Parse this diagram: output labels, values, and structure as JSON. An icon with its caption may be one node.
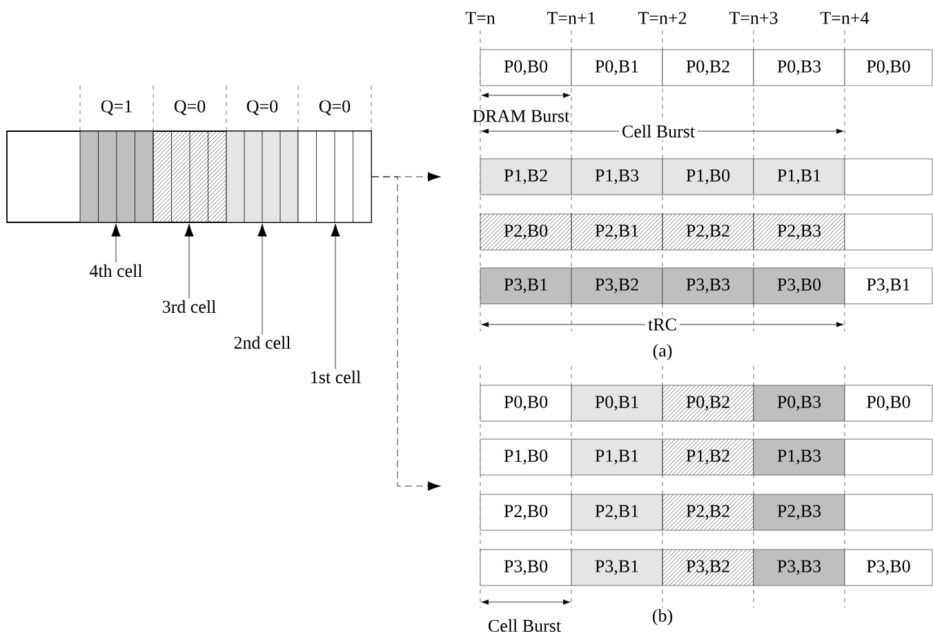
{
  "diagram": {
    "nodes": [
      {
        "text": [],
        "shape": "bar"
      },
      {
        "text": [],
        "shape": "box",
        "in": 0,
        "beside": [
          "Q=1"
        ]
      },
      {
        "text": [],
        "shape": "box",
        "in": 0,
        "beside": [
          "Q=0"
        ]
      },
      {
        "text": [],
        "shape": "box",
        "in": 0,
        "beside": [
          "Q=0"
        ]
      },
      {
        "text": [],
        "shape": "box",
        "in": 0,
        "beside": [
          "Q=0"
        ]
      },
      {
        "text": [
          "4th cell"
        ]
      },
      {
        "text": [
          "3rd cell"
        ]
      },
      {
        "text": [
          "2nd cell"
        ]
      },
      {
        "text": [
          "1st cell"
        ]
      },
      {
        "text": [
          "P0,B0"
        ]
      },
      {
        "text": [
          "P0,B1"
        ]
      },
      {
        "text": [
          "P0,B2"
        ]
      },
      {
        "text": [
          "P0,B3"
        ]
      },
      {
        "text": [
          "P0,B0"
        ]
      },
      {
        "text": [
          "P1,B2"
        ]
      },
      {
        "text": [
          "P1,B3"
        ]
      },
      {
        "text": [
          "P1,B0"
        ]
      },
      {
        "text": [
          "P1,B1"
        ]
      },
      {
        "text": [],
        "shape": "box"
      },
      {
        "text": [
          "P2,B0"
        ]
      },
      {
        "text": [
          "P2,B1"
        ]
      },
      {
        "text": [
          "P2,B2"
        ]
      },
      {
        "text": [
          "P2,B3"
        ]
      },
      {
        "text": [],
        "shape": "box"
      },
      {
        "text": [
          "P3,B1"
        ]
      },
      {
        "text": [
          "P3,B2"
        ]
      },
      {
        "text": [
          "P3,B3"
        ]
      },
      {
        "text": [
          "P3,B0"
        ]
      },
      {
        "text": [
          "P3,B1"
        ]
      },
      {
        "text": [
          "P0,B0"
        ]
      },
      {
        "text": [
          "P0,B1"
        ]
      },
      {
        "text": [
          "P0,B2"
        ]
      },
      {
        "text": [
          "P0,B3"
        ]
      },
      {
        "text": [
          "P0,B0"
        ]
      },
      {
        "text": [
          "P1,B0"
        ]
      },
      {
        "text": [
          "P1,B1"
        ]
      },
      {
        "text": [
          "P1,B2"
        ]
      },
      {
        "text": [
          "P1,B3"
        ]
      },
      {
        "text": [],
        "shape": "box"
      },
      {
        "text": [
          "P2,B0"
        ]
      },
      {
        "text": [
          "P2,B1"
        ]
      },
      {
        "text": [
          "P2,B2"
        ]
      },
      {
        "text": [
          "P2,B3"
        ]
      },
      {
        "text": [],
        "shape": "box"
      },
      {
        "text": [
          "P3,B0"
        ]
      },
      {
        "text": [
          "P3,B1"
        ]
      },
      {
        "text": [
          "P3,B2"
        ]
      },
      {
        "text": [
          "P3,B3"
        ]
      },
      {
        "text": [
          "P3,B0"
        ]
      }
    ],
    "edges": [
      {
        "from": 5,
        "to": 1,
        "arrow": "to"
      },
      {
        "from": 6,
        "to": 2,
        "arrow": "to"
      },
      {
        "from": 7,
        "to": 3,
        "arrow": "to"
      },
      {
        "from": 8,
        "to": 4,
        "arrow": "to"
      },
      {
        "from": 0,
        "to": null,
        "arrow": "to",
        "style": "dashed"
      },
      {
        "from": 0,
        "to": null,
        "arrow": "to",
        "style": "dashed"
      }
    ],
    "labels": [
      "T=n",
      "T=n+1",
      "T=n+2",
      "T=n+3",
      "T=n+4",
      "DRAM Burst",
      "Cell Burst",
      "tRC",
      "(a)",
      "(b)",
      "Cell Burst"
    ]
  }
}
